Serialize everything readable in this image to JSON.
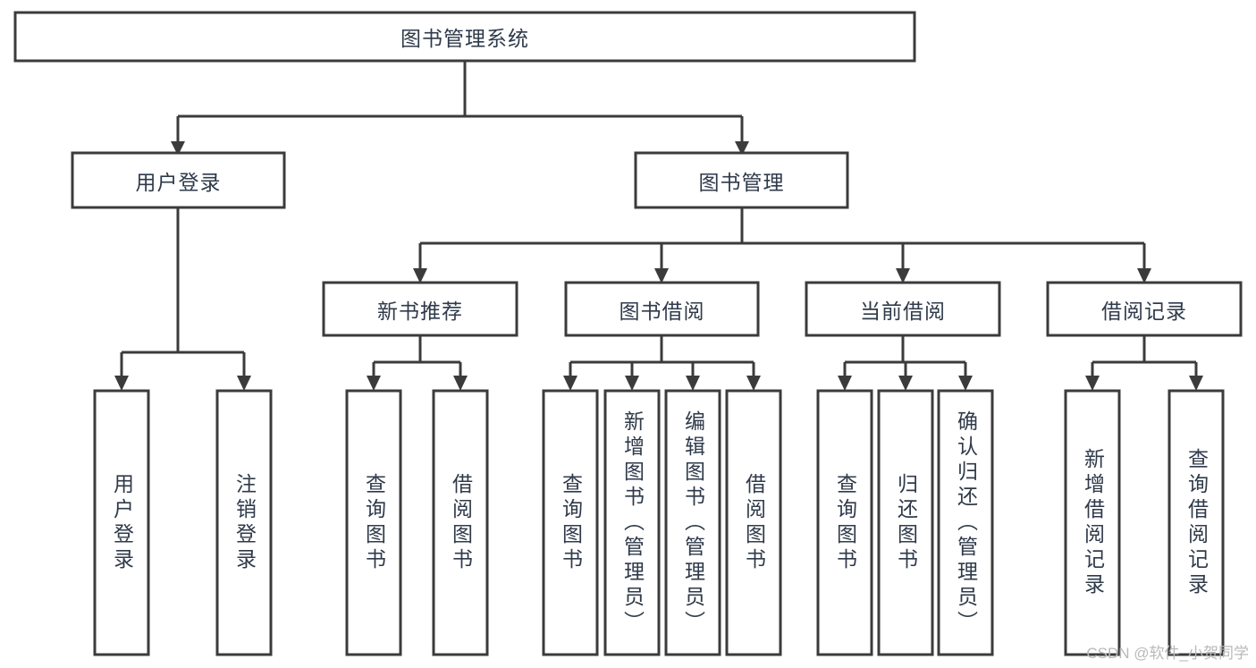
{
  "diagram": {
    "type": "tree",
    "title": "图书管理系统",
    "root": {
      "id": "root",
      "label": "图书管理系统",
      "orientation": "horizontal"
    },
    "level2": [
      {
        "id": "user-login",
        "label": "用户登录",
        "orientation": "horizontal"
      },
      {
        "id": "book-manage",
        "label": "图书管理",
        "orientation": "horizontal"
      }
    ],
    "level3": [
      {
        "id": "new-book-rec",
        "label": "新书推荐",
        "orientation": "horizontal",
        "parent": "book-manage"
      },
      {
        "id": "book-borrow",
        "label": "图书借阅",
        "orientation": "horizontal",
        "parent": "book-manage"
      },
      {
        "id": "current-borrow",
        "label": "当前借阅",
        "orientation": "horizontal",
        "parent": "book-manage"
      },
      {
        "id": "borrow-record",
        "label": "借阅记录",
        "orientation": "horizontal",
        "parent": "book-manage"
      }
    ],
    "leaves": [
      {
        "id": "leaf-user-login",
        "label": "用户登录",
        "parent": "user-login"
      },
      {
        "id": "leaf-logout",
        "label": "注销登录",
        "parent": "user-login"
      },
      {
        "id": "leaf-query-book-1",
        "label": "查询图书",
        "parent": "new-book-rec"
      },
      {
        "id": "leaf-borrow-book-1",
        "label": "借阅图书",
        "parent": "new-book-rec"
      },
      {
        "id": "leaf-query-book-2",
        "label": "查询图书",
        "parent": "book-borrow"
      },
      {
        "id": "leaf-add-book",
        "label": "新增图书（管理员）",
        "parent": "book-borrow"
      },
      {
        "id": "leaf-edit-book",
        "label": "编辑图书（管理员）",
        "parent": "book-borrow"
      },
      {
        "id": "leaf-borrow-book-2",
        "label": "借阅图书",
        "parent": "book-borrow"
      },
      {
        "id": "leaf-query-book-3",
        "label": "查询图书",
        "parent": "current-borrow"
      },
      {
        "id": "leaf-return-book",
        "label": "归还图书",
        "parent": "current-borrow"
      },
      {
        "id": "leaf-confirm-return",
        "label": "确认归还（管理员）",
        "parent": "current-borrow"
      },
      {
        "id": "leaf-add-record",
        "label": "新增借阅记录",
        "parent": "borrow-record"
      },
      {
        "id": "leaf-query-record",
        "label": "查询借阅记录",
        "parent": "borrow-record"
      }
    ],
    "colors": {
      "box_fill": "#ffffff",
      "box_stroke": "#3b3b3b",
      "connector": "#3b3b3b",
      "text": "#2f3a4a",
      "background": "#ffffff",
      "watermark": "#b9b9b9"
    }
  },
  "watermark": {
    "text": "CSDN @软件_小贺同学"
  }
}
